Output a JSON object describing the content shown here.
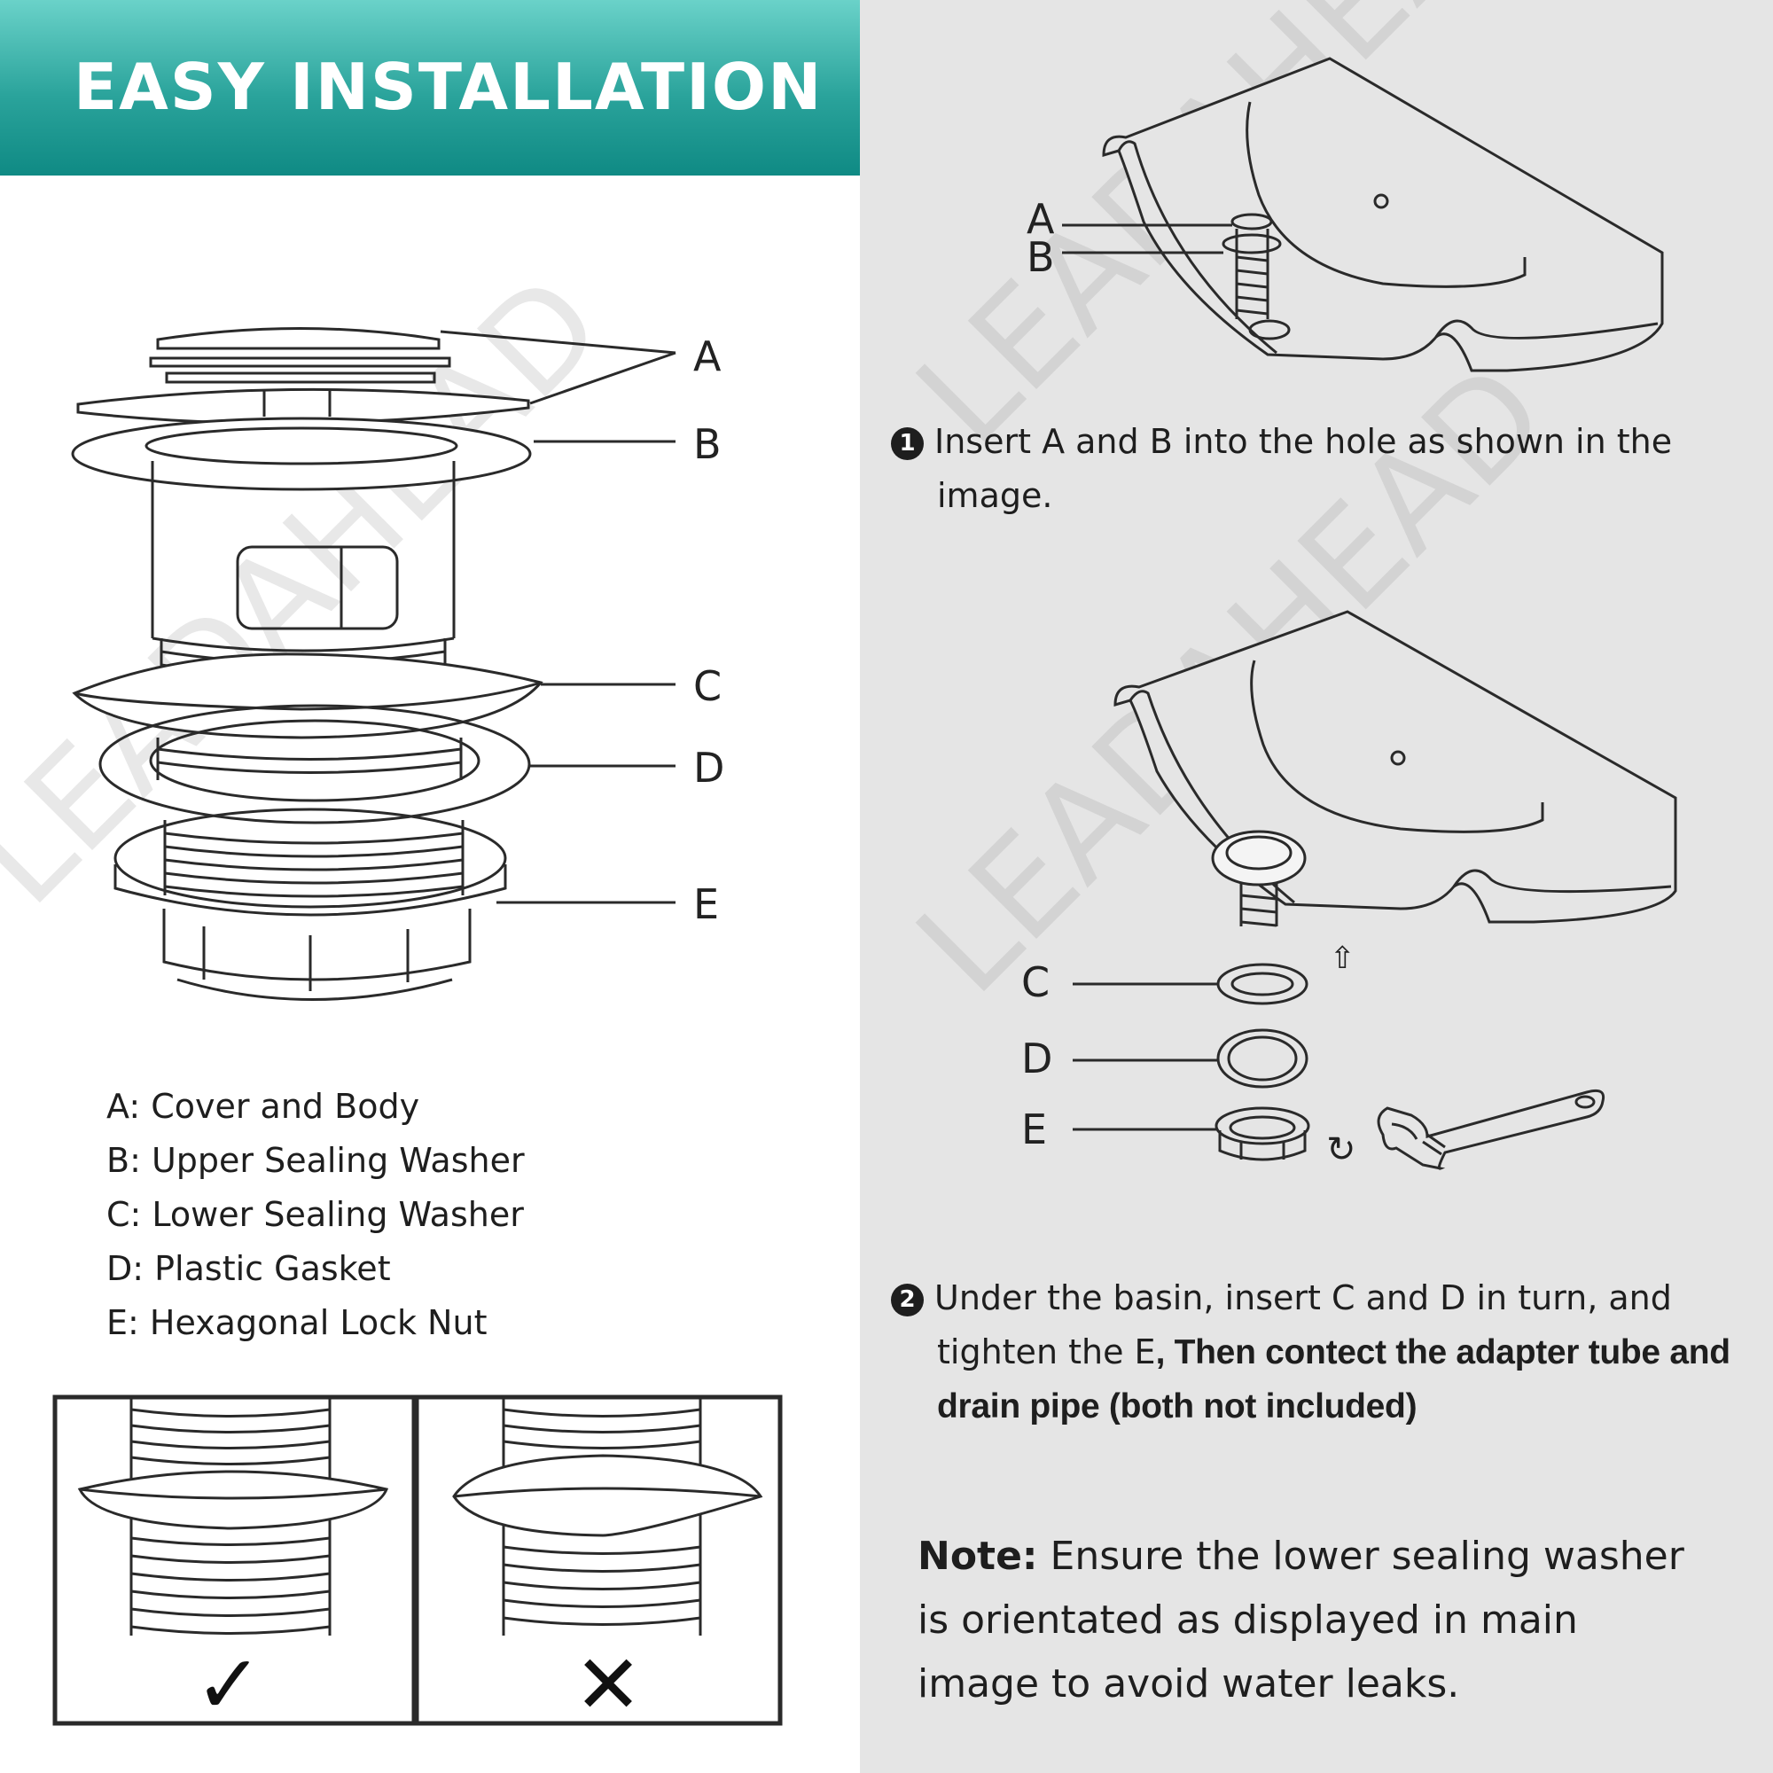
{
  "banner": {
    "title": "EASY INSTALLATION"
  },
  "watermark": "LEADAHEAD",
  "exploded_view": {
    "labels": [
      "A",
      "B",
      "C",
      "D",
      "E"
    ]
  },
  "legend": [
    "A: Cover and Body",
    "B: Upper Sealing Washer",
    "C: Lower Sealing Washer",
    "D: Plastic Gasket",
    "E: Hexagonal Lock Nut"
  ],
  "orientation": {
    "correct_symbol": "✓",
    "wrong_symbol": "✕"
  },
  "step1": {
    "number": "1",
    "diagram_labels": [
      "A",
      "B"
    ],
    "lines": [
      "Insert A and B into the hole as shown in the",
      "image."
    ]
  },
  "step2": {
    "number": "2",
    "diagram_labels": [
      "C",
      "D",
      "E"
    ],
    "arrow_symbol": "⇧",
    "rotate_symbol": "↻",
    "line1": "Under the basin, insert C and D in turn, and",
    "line2a": "tighten the E",
    "line2b": ", Then contect the adapter tube and",
    "line3": "drain pipe (both not included)"
  },
  "note": {
    "label": "Note:",
    "line1": " Ensure the lower sealing washer",
    "line2": "is orientated as displayed in main",
    "line3": "image to avoid water leaks."
  },
  "colors": {
    "banner_top": "#6ad2c9",
    "banner_bottom": "#0f8a84",
    "right_bg": "#e5e5e5",
    "ink": "#1e1e1e"
  }
}
